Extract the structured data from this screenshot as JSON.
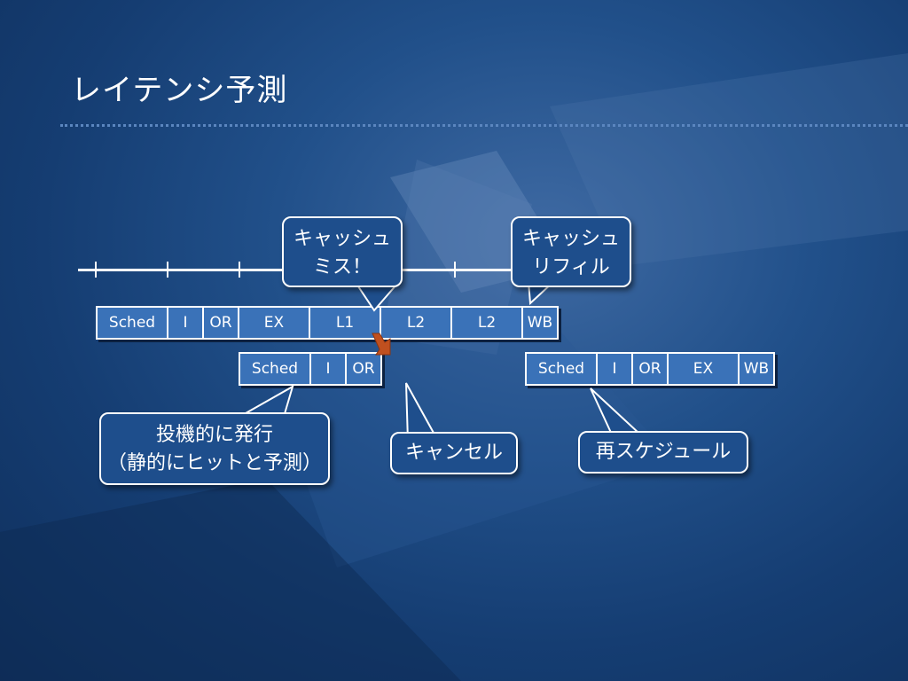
{
  "slide": {
    "title": "レイテンシ予測"
  },
  "chart_data": {
    "type": "diagram",
    "rows": [
      {
        "stages": [
          "Sched",
          "I",
          "OR",
          "EX",
          "L1",
          "L2",
          "L2",
          "WB"
        ]
      },
      {
        "stages": [
          "Sched",
          "I",
          "OR"
        ]
      },
      {
        "stages": [
          "Sched",
          "I",
          "OR",
          "EX",
          "WB"
        ]
      }
    ]
  },
  "callouts": {
    "cache_miss": [
      "キャッシュ",
      "ミス！"
    ],
    "cache_refill": [
      "キャッシュ",
      "リフィル"
    ],
    "speculative_issue": [
      "投機的に発行",
      "（静的にヒットと予測）"
    ],
    "cancel": "キャンセル",
    "reschedule": "再スケジュール"
  },
  "colors": {
    "stage_fill": "#3a72b8",
    "stage_border": "#ffffff",
    "callout_fill": "#1e4e8c",
    "cancel_marker": "#c0501f"
  },
  "icons": {
    "cancel_marker": "cancel-arrow-icon"
  }
}
